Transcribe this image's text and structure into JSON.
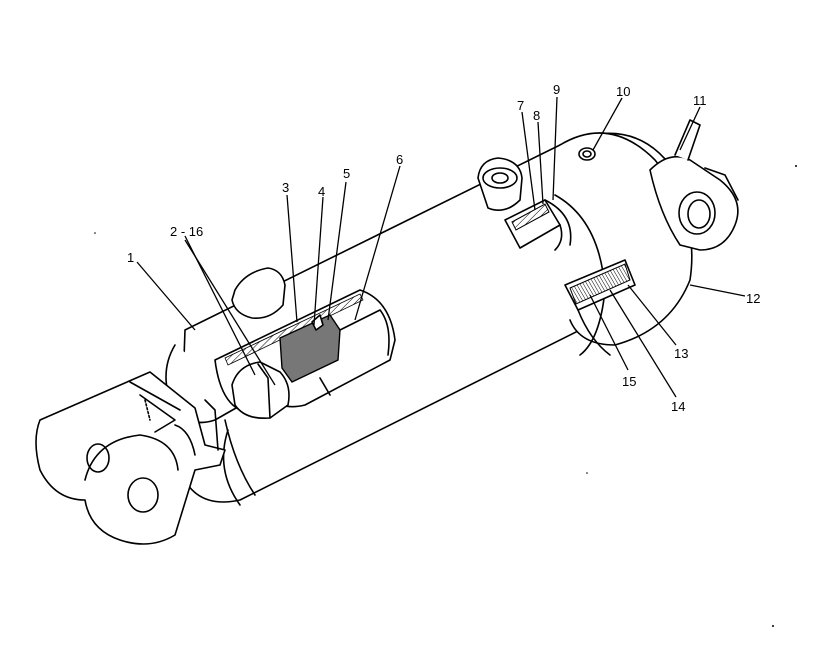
{
  "callouts": {
    "c1": "1",
    "c2_16": "2 - 16",
    "c3": "3",
    "c4": "4",
    "c5": "5",
    "c6": "6",
    "c7": "7",
    "c8": "8",
    "c9": "9",
    "c10": "10",
    "c11": "11",
    "c12": "12",
    "c13": "13",
    "c14": "14",
    "c15": "15"
  }
}
